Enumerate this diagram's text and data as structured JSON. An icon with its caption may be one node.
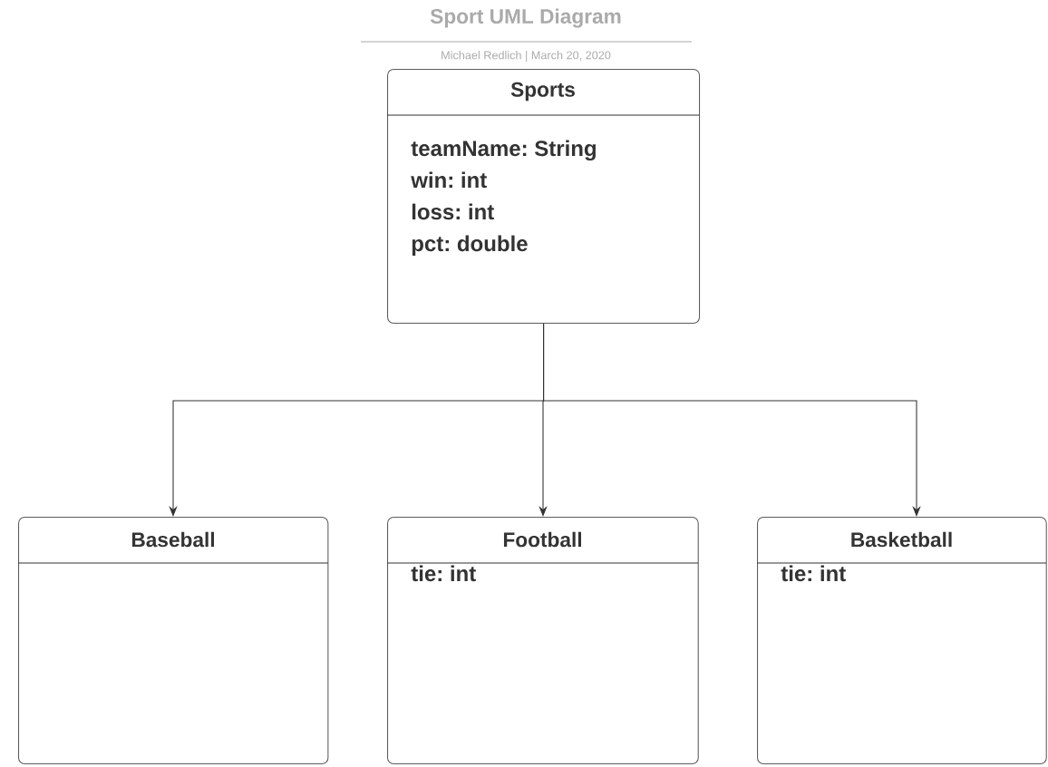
{
  "diagram": {
    "title": "Sport UML Diagram",
    "nodes": [
      {
        "text": [
          "Sports",
          "teamName: String",
          "win: int",
          "loss: int",
          "pct: double"
        ]
      },
      {
        "text": [
          "Baseball"
        ]
      },
      {
        "text": [
          "Football",
          "tie: int"
        ]
      },
      {
        "text": [
          "Basketball",
          "tie: int"
        ]
      }
    ],
    "edges": [
      {
        "from": 0,
        "to": 1,
        "arrow": "to"
      },
      {
        "from": 0,
        "to": 2,
        "arrow": "to"
      },
      {
        "from": 0,
        "to": 3,
        "arrow": "to"
      }
    ],
    "labels": [
      "Michael Redlich | March 20, 2020"
    ]
  }
}
